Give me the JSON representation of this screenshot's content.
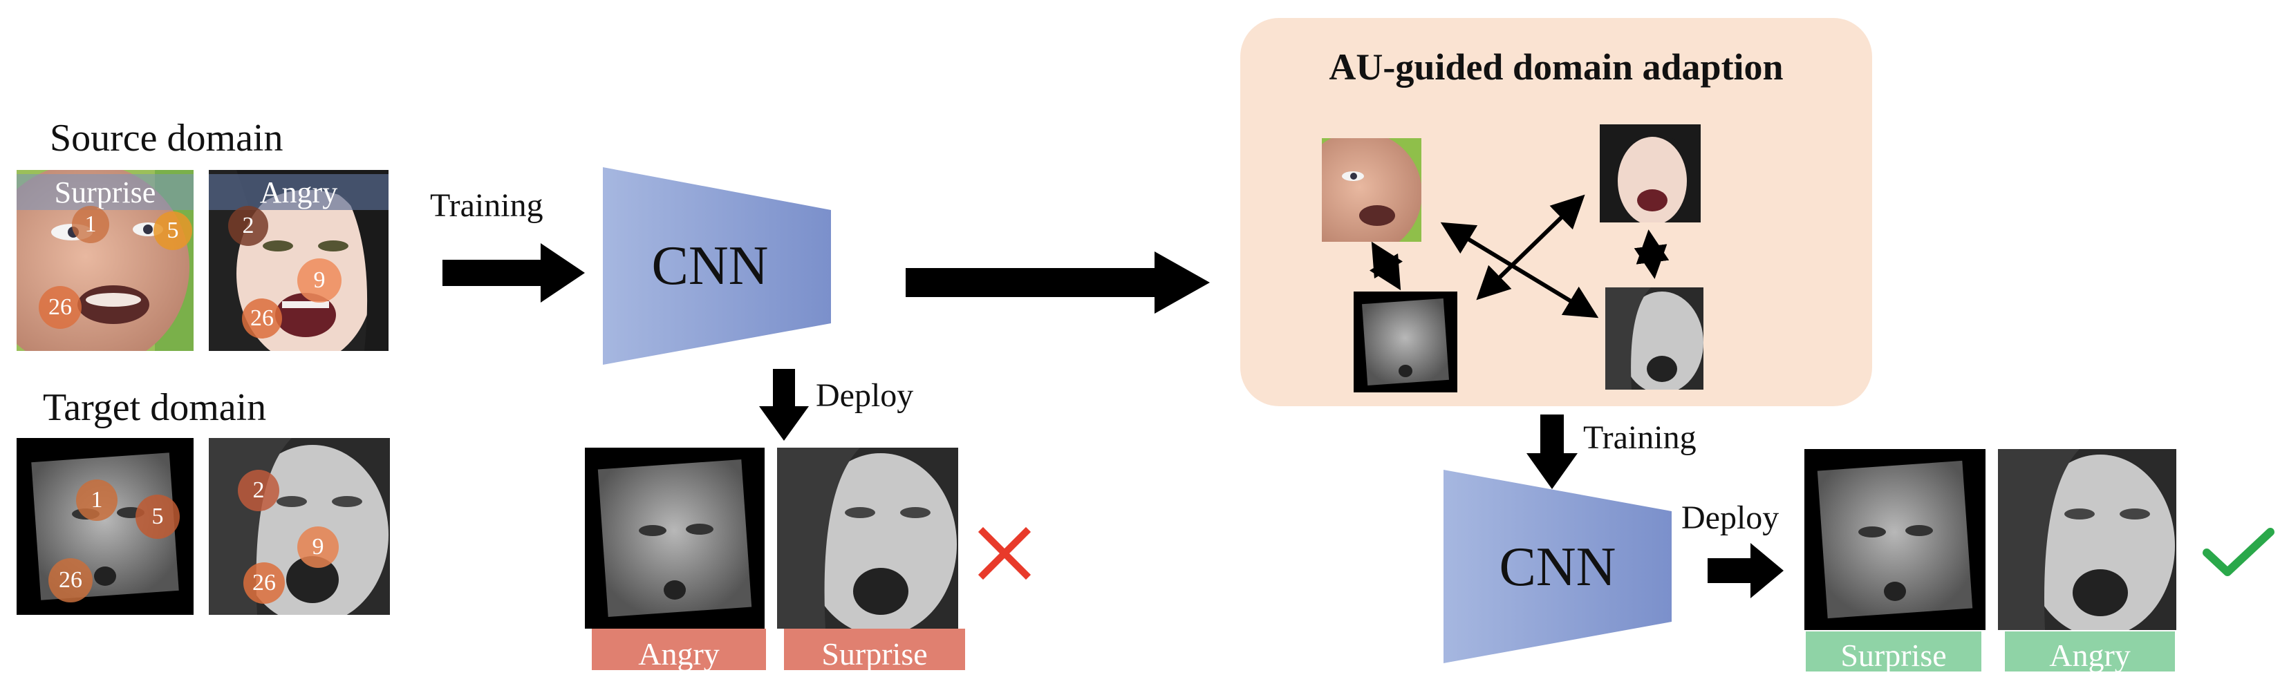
{
  "source_domain": {
    "title": "Source domain",
    "images": [
      {
        "label": "Surprise",
        "au": [
          "1",
          "5",
          "26"
        ]
      },
      {
        "label": "Angry",
        "au": [
          "2",
          "9",
          "26"
        ]
      }
    ]
  },
  "target_domain": {
    "title": "Target domain",
    "images": [
      {
        "au": [
          "1",
          "5",
          "26"
        ]
      },
      {
        "au": [
          "2",
          "9",
          "26"
        ]
      }
    ]
  },
  "training_label": "Training",
  "cnn_label": "CNN",
  "deploy_label": "Deploy",
  "wrong_predictions": [
    "Angry",
    "Surprise"
  ],
  "au_panel": {
    "title": "AU-guided domain adaption"
  },
  "training_label_2": "Training",
  "cnn_label_2": "CNN",
  "deploy_label_2": "Deploy",
  "correct_predictions": [
    "Surprise",
    "Angry"
  ],
  "colors": {
    "panel_bg": "#fae3d2",
    "wrong_label": "#e08070",
    "correct_label": "#8fd3a6",
    "cross": "#e83a2a",
    "check": "#2aa84a",
    "cnn_fill": "#8b9fd2",
    "badge_dark": "#8a4a30",
    "badge_orange": "#e8843c"
  }
}
